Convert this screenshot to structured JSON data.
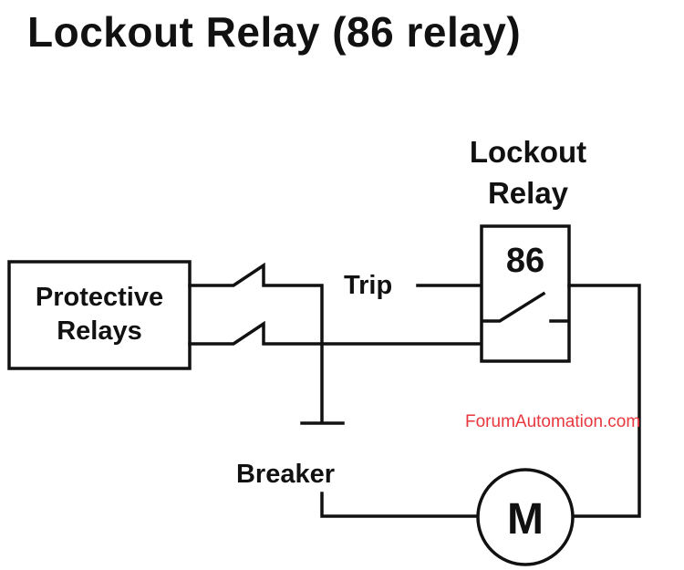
{
  "title": "Lockout Relay (86 relay)",
  "protective_relays": {
    "line1": "Protective",
    "line2": "Relays"
  },
  "lockout_relay": {
    "line1": "Lockout",
    "line2": "Relay",
    "number": "86"
  },
  "trip_label": "Trip",
  "breaker_label": "Breaker",
  "motor_label": "M",
  "watermark": "ForumAutomation.com",
  "colors": {
    "ink": "#111111",
    "watermark": "#e8373e",
    "background": "#ffffff"
  }
}
